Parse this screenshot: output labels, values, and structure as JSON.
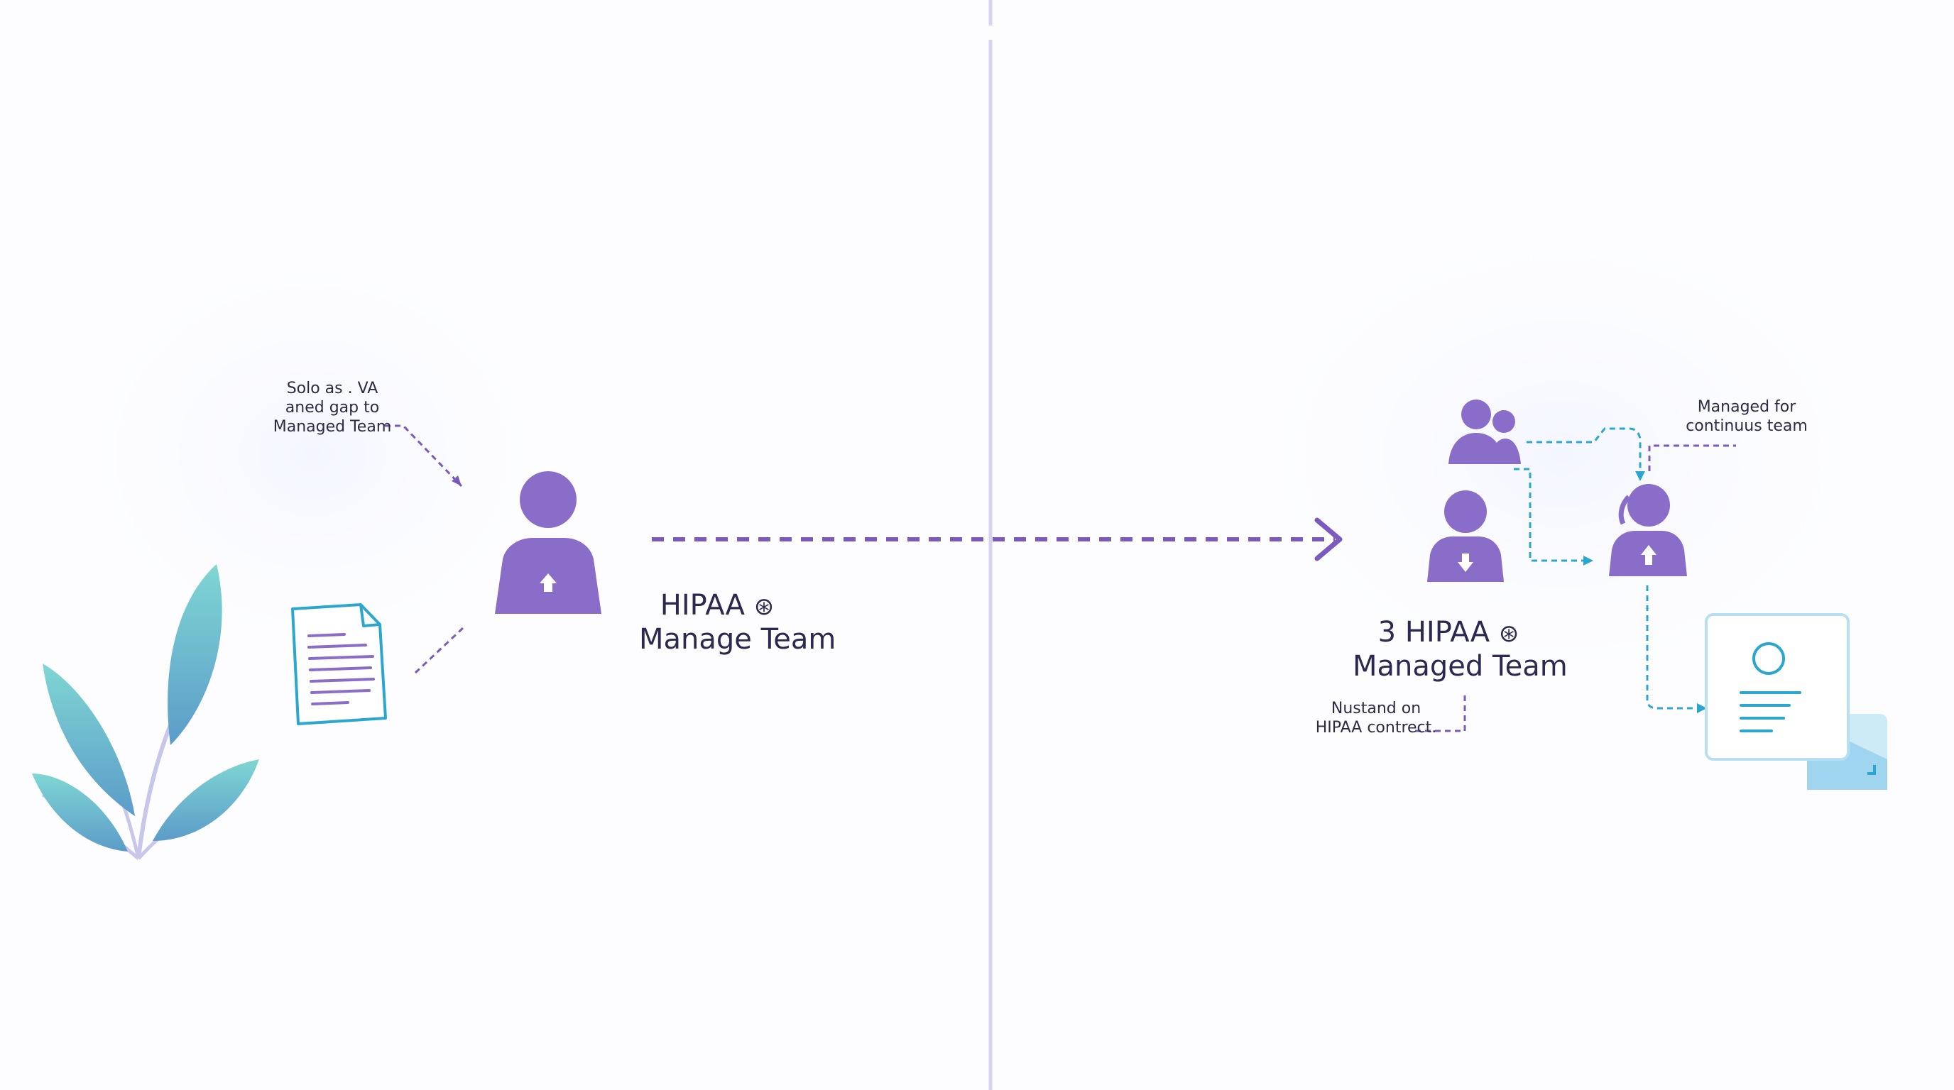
{
  "colors": {
    "purple": "#8a6cc9",
    "purple_dark": "#7a5bbd",
    "cyan": "#2ba7cf",
    "divider": "#d7d2f2",
    "text": "#2d2a45"
  },
  "left": {
    "annotation": [
      "Solo as . VA",
      "aned gap to",
      "Managed Team"
    ],
    "title_line1": "HIPAA",
    "title_line2": "Manage Team",
    "badge_icon": "gear-badge-icon",
    "badge_glyph": "⊛",
    "person_icon": "user-upload-icon",
    "document_icon": "document-icon",
    "plant_icon": "leaf-plant-icon"
  },
  "right": {
    "annotation_top": [
      "Managed for",
      "continuus team"
    ],
    "title_line1": "3 HIPAA",
    "title_line2": "Managed Team",
    "badge_glyph": "⊛",
    "annotation_bottom": [
      "Nustand on",
      "HIPAA contrect."
    ],
    "group_icon": "user-group-icon",
    "person_down_icon": "user-download-icon",
    "person_up_icon": "user-upload-icon",
    "report_icon": "report-document-icon"
  },
  "connector": {
    "arrow_icon": "arrow-right-icon"
  }
}
